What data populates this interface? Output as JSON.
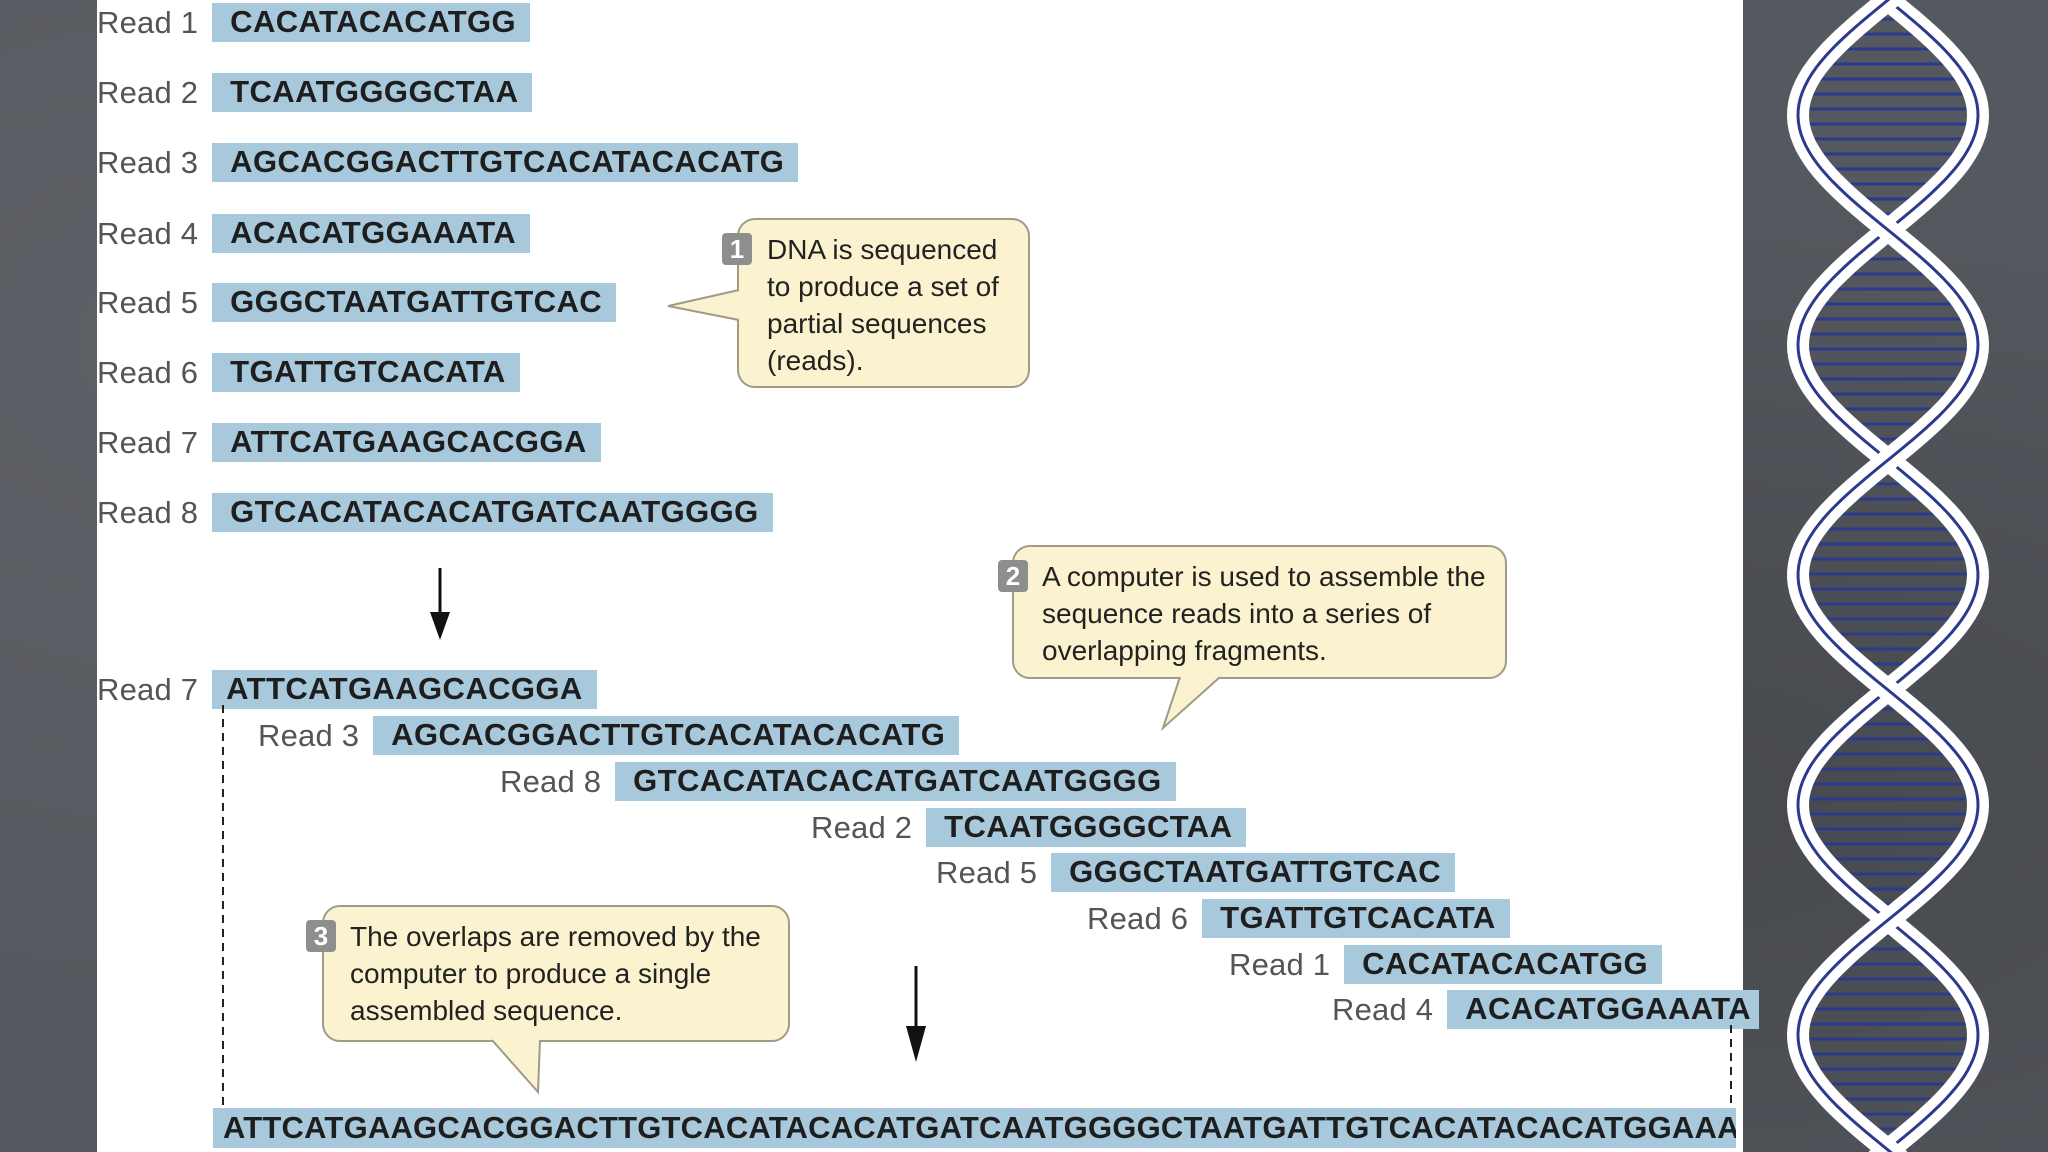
{
  "reads": [
    {
      "label": "Read 1",
      "seq": "CACATACACATGG"
    },
    {
      "label": "Read 2",
      "seq": "TCAATGGGGCTAA"
    },
    {
      "label": "Read 3",
      "seq": "AGCACGGACTTGTCACATACACATG"
    },
    {
      "label": "Read 4",
      "seq": "ACACATGGAAATA"
    },
    {
      "label": "Read 5",
      "seq": "GGGCTAATGATTGTCAC"
    },
    {
      "label": "Read 6",
      "seq": "TGATTGTCACATA"
    },
    {
      "label": "Read 7",
      "seq": "ATTCATGAAGCACGGA"
    },
    {
      "label": "Read 8",
      "seq": "GTCACATACACATGATCAATGGGG"
    }
  ],
  "assembly": [
    {
      "label": "Read 7",
      "seq": "ATTCATGAAGCACGGA"
    },
    {
      "label": "Read 3",
      "seq": "AGCACGGACTTGTCACATACACATG"
    },
    {
      "label": "Read 8",
      "seq": "GTCACATACACATGATCAATGGGG"
    },
    {
      "label": "Read 2",
      "seq": "TCAATGGGGCTAA"
    },
    {
      "label": "Read 5",
      "seq": "GGGCTAATGATTGTCAC"
    },
    {
      "label": "Read 6",
      "seq": "TGATTGTCACATA"
    },
    {
      "label": "Read 1",
      "seq": "CACATACACATGG"
    },
    {
      "label": "Read 4",
      "seq": "ACACATGGAAATA"
    }
  ],
  "assembled_sequence": "ATTCATGAAGCACGGACTTGTCACATACACATGATCAATGGGGCTAATGATTGTCACATACACATGGAAATA",
  "callouts": [
    {
      "number": "1",
      "text": "DNA is sequenced to produce a set of partial sequences (reads)."
    },
    {
      "number": "2",
      "text": "A computer is used to assemble the sequence reads into a series of overlapping fragments."
    },
    {
      "number": "3",
      "text": "The overlaps are removed by the computer to produce a single assembled sequence."
    }
  ],
  "colors": {
    "read_highlight": "#a8c9dc",
    "callout_fill": "#fbf3cf",
    "helix_stroke": "#2c3a8c"
  }
}
